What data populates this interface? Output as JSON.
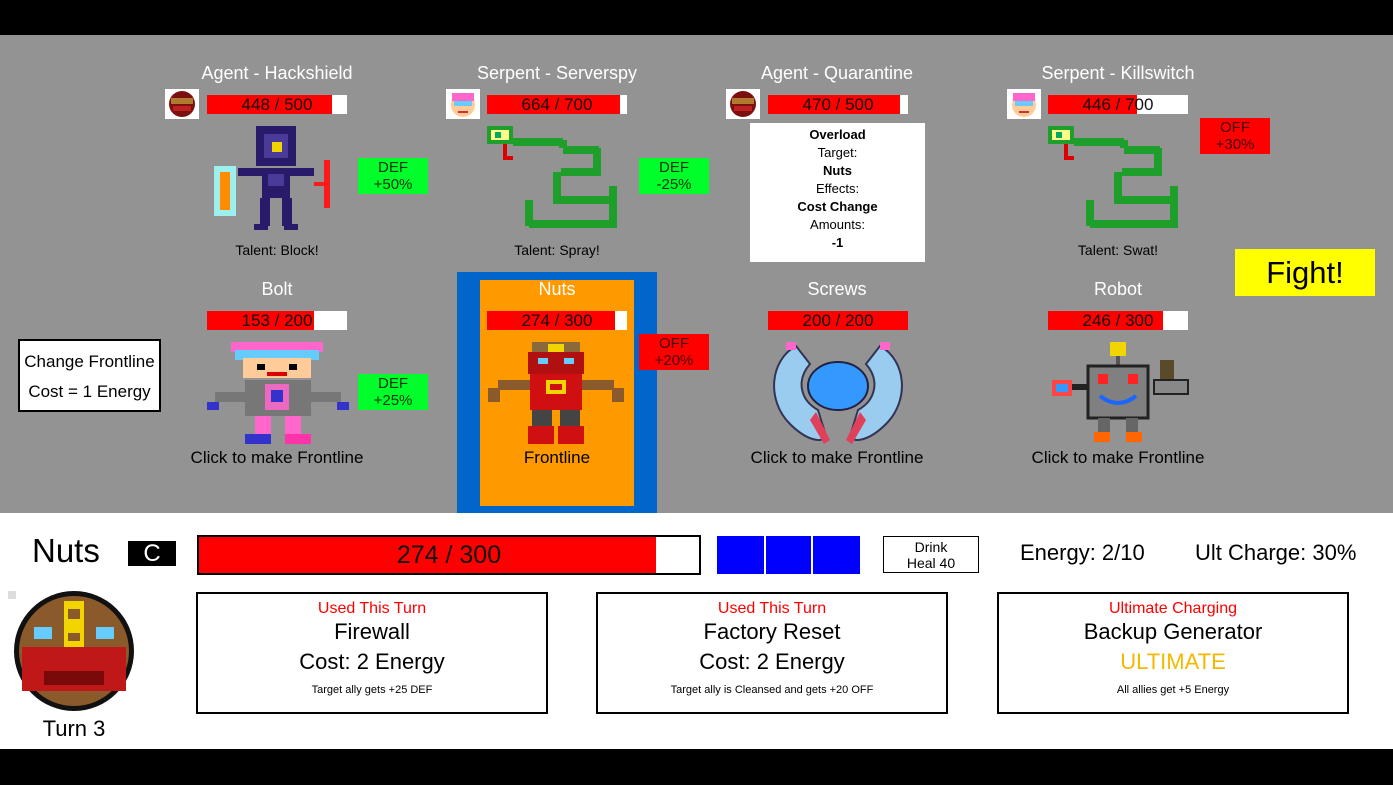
{
  "enemies": [
    {
      "name": "Agent - Hackshield",
      "hp": "448 / 500",
      "hp_fraction": 0.896,
      "talent": "Talent: Block!",
      "badge": "DEF\n+50%",
      "badge_color": "green"
    },
    {
      "name": "Serpent - Serverspy",
      "hp": "664 / 700",
      "hp_fraction": 0.949,
      "talent": "Talent: Spray!",
      "badge": "DEF\n-25%",
      "badge_color": "green"
    },
    {
      "name": "Agent - Quarantine",
      "hp": "470 / 500",
      "hp_fraction": 0.94,
      "talent": "",
      "badge": "",
      "badge_color": ""
    },
    {
      "name": "Serpent - Killswitch",
      "hp": "446 / 700",
      "hp_fraction": 0.637,
      "talent": "Talent: Swat!",
      "badge": "OFF\n+30%",
      "badge_color": "red"
    }
  ],
  "tooltip": {
    "title": "Overload",
    "target_label": "Target:",
    "target": "Nuts",
    "effects_label": "Effects:",
    "effect": "Cost Change",
    "amounts_label": "Amounts:",
    "amount": "-1"
  },
  "allies": [
    {
      "name": "Bolt",
      "hp": "153 / 200",
      "hp_fraction": 0.765,
      "action": "Click to make Frontline",
      "badge": "DEF\n+25%",
      "badge_color": "green"
    },
    {
      "name": "Nuts",
      "hp": "274 / 300",
      "hp_fraction": 0.913,
      "action": "Frontline",
      "badge": "OFF\n+20%",
      "badge_color": "red"
    },
    {
      "name": "Screws",
      "hp": "200 / 200",
      "hp_fraction": 1.0,
      "action": "Click to make Frontline",
      "badge": "",
      "badge_color": ""
    },
    {
      "name": "Robot",
      "hp": "246 / 300",
      "hp_fraction": 0.82,
      "action": "Click to make Frontline",
      "badge": "",
      "badge_color": ""
    }
  ],
  "change_frontline": {
    "line1": "Change Frontline",
    "line2": "Cost = 1 Energy"
  },
  "fight_button": "Fight!",
  "active": {
    "name": "Nuts",
    "class_letter": "C",
    "hp": "274 / 300",
    "hp_fraction": 0.913,
    "energy_pips": 3,
    "drink_line1": "Drink",
    "drink_line2": "Heal 40",
    "energy": "Energy: 2/10",
    "ult_charge": "Ult Charge: 30%",
    "turn": "Turn 3"
  },
  "abilities": [
    {
      "status": "Used This Turn",
      "name": "Firewall",
      "cost": "Cost: 2 Energy",
      "desc": "Target ally gets +25 DEF"
    },
    {
      "status": "Used This Turn",
      "name": "Factory Reset",
      "cost": "Cost: 2 Energy",
      "desc": "Target ally is Cleansed and gets +20 OFF"
    },
    {
      "status": "Ultimate Charging",
      "name": "Backup Generator",
      "cost": "ULTIMATE",
      "desc": "All allies get +5 Energy"
    }
  ],
  "colors": {
    "hp_fill": "#ff0000",
    "def_badge": "#00ff2a",
    "off_badge": "#ff0000",
    "frontline_border": "#0066cc",
    "frontline_bg": "#ff9900",
    "fight_bg": "#ffff00",
    "energy_bar": "#0000ff",
    "ultimate_text": "#f5b800"
  }
}
